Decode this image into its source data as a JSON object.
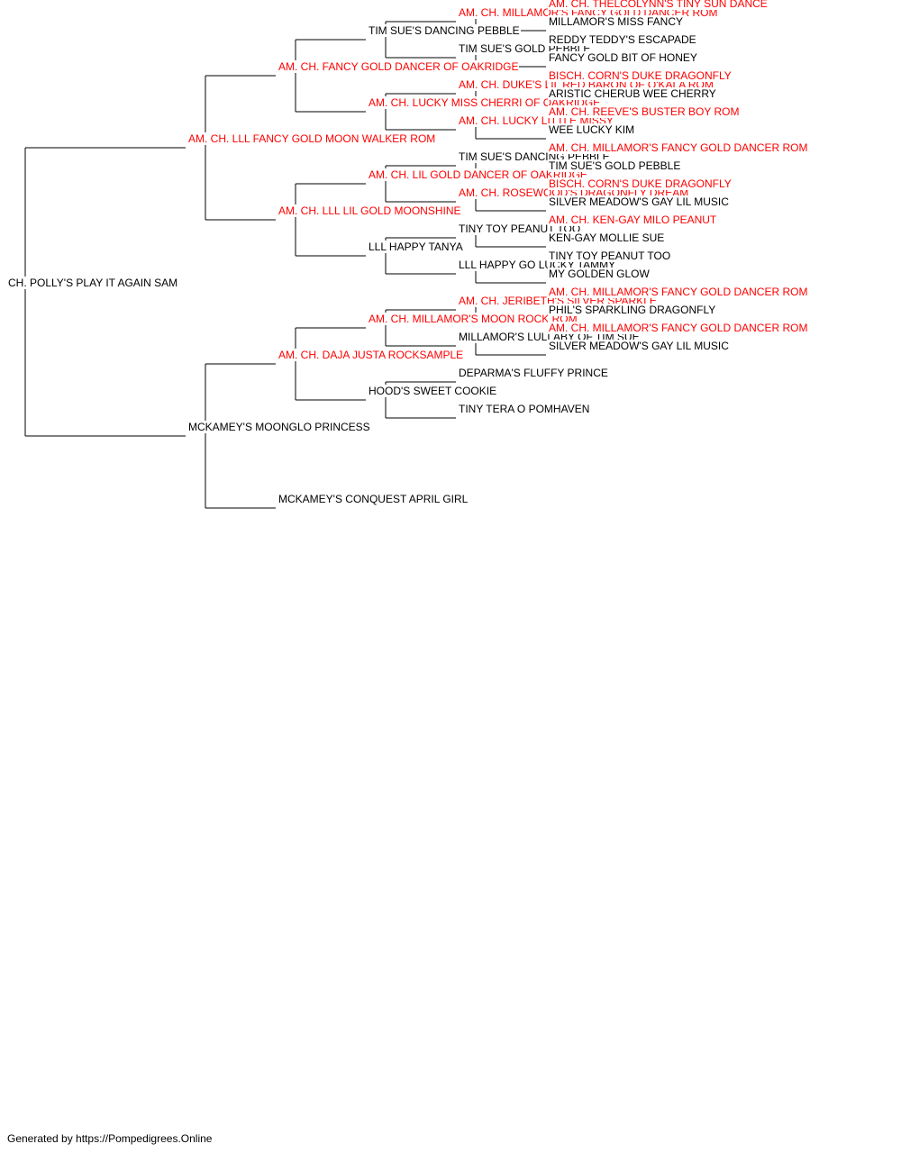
{
  "colors": {
    "champion": "#ff0000",
    "normal": "#000000",
    "line": "#000000"
  },
  "pedigree": {
    "name": "CH. POLLY'S PLAY IT AGAIN SAM",
    "champion": false,
    "sire": {
      "name": "AM. CH. LLL FANCY GOLD MOON WALKER ROM",
      "champion": true,
      "sire": {
        "name": "AM. CH. FANCY GOLD DANCER OF OAKRIDGE",
        "champion": true,
        "sire": {
          "name": "TIM SUE'S DANCING PEBBLE",
          "champion": false,
          "sire": {
            "name": "AM. CH. MILLAMOR'S FANCY GOLD DANCER ROM",
            "champion": true,
            "sire": {
              "name": "AM. CH. THELCOLYNN'S TINY SUN DANCE",
              "champion": true
            },
            "dam": {
              "name": "MILLAMOR'S MISS FANCY",
              "champion": false
            }
          },
          "dam": {
            "name": "TIM SUE'S GOLD PEBBLE",
            "champion": false,
            "sire": {
              "name": "REDDY TEDDY'S ESCAPADE",
              "champion": false
            },
            "dam": {
              "name": "FANCY GOLD BIT OF HONEY",
              "champion": false
            }
          }
        },
        "dam": {
          "name": "AM. CH. LUCKY MISS CHERRI OF OAKRIDGE",
          "champion": true,
          "sire": {
            "name": "AM. CH. DUKE'S LIL RED BARON OF O'KALA ROM",
            "champion": true,
            "sire": {
              "name": "BISCH. CORN'S DUKE DRAGONFLY",
              "champion": true
            },
            "dam": {
              "name": "ARISTIC CHERUB WEE CHERRY",
              "champion": false
            }
          },
          "dam": {
            "name": "AM. CH. LUCKY LITTLE MISSY",
            "champion": true,
            "sire": {
              "name": "AM. CH. REEVE'S BUSTER BOY ROM",
              "champion": true
            },
            "dam": {
              "name": "WEE LUCKY KIM",
              "champion": false
            }
          }
        }
      },
      "dam": {
        "name": "AM. CH. LLL LIL GOLD MOONSHINE",
        "champion": true,
        "sire": {
          "name": "AM. CH. LIL GOLD DANCER OF OAKRIDGE",
          "champion": true,
          "sire": {
            "name": "TIM SUE'S DANCING PEBBLE",
            "champion": false,
            "sire": {
              "name": "AM. CH. MILLAMOR'S FANCY GOLD DANCER ROM",
              "champion": true
            },
            "dam": {
              "name": "TIM SUE'S GOLD PEBBLE",
              "champion": false
            }
          },
          "dam": {
            "name": "AM. CH. ROSEWOOD'S DRAGONFLY DREAM",
            "champion": true,
            "sire": {
              "name": "BISCH. CORN'S DUKE DRAGONFLY",
              "champion": true
            },
            "dam": {
              "name": "SILVER MEADOW'S GAY LIL MUSIC",
              "champion": false
            }
          }
        },
        "dam": {
          "name": "LLL HAPPY TANYA",
          "champion": false,
          "sire": {
            "name": "TINY TOY PEANUT TOO",
            "champion": false,
            "sire": {
              "name": "AM. CH. KEN-GAY MILO PEANUT",
              "champion": true
            },
            "dam": {
              "name": "KEN-GAY MOLLIE SUE",
              "champion": false
            }
          },
          "dam": {
            "name": "LLL HAPPY GO LUCKY TAMMY",
            "champion": false,
            "sire": {
              "name": "TINY TOY PEANUT TOO",
              "champion": false
            },
            "dam": {
              "name": "MY GOLDEN GLOW",
              "champion": false
            }
          }
        }
      }
    },
    "dam": {
      "name": "MCKAMEY'S MOONGLO PRINCESS",
      "champion": false,
      "sire": {
        "name": "AM. CH. DAJA JUSTA ROCKSAMPLE",
        "champion": true,
        "sire": {
          "name": "AM. CH. MILLAMOR'S MOON ROCK ROM",
          "champion": true,
          "sire": {
            "name": "AM. CH. JERIBETH'S SILVER SPARKLE",
            "champion": true,
            "sire": {
              "name": "AM. CH. MILLAMOR'S FANCY GOLD DANCER ROM",
              "champion": true
            },
            "dam": {
              "name": "PHIL'S SPARKLING DRAGONFLY",
              "champion": false
            }
          },
          "dam": {
            "name": "MILLAMOR'S LULLABY OF TIM SUE",
            "champion": false,
            "sire": {
              "name": "AM. CH. MILLAMOR'S FANCY GOLD DANCER ROM",
              "champion": true
            },
            "dam": {
              "name": "SILVER MEADOW'S GAY LIL MUSIC",
              "champion": false
            }
          }
        },
        "dam": {
          "name": "HOOD'S SWEET COOKIE",
          "champion": false,
          "sire": {
            "name": "DEPARMA'S FLUFFY PRINCE",
            "champion": false
          },
          "dam": {
            "name": "TINY TERA O POMHAVEN",
            "champion": false
          }
        }
      },
      "dam": {
        "name": "MCKAMEY'S CONQUEST APRIL GIRL",
        "champion": false
      }
    }
  },
  "footer": "Generated by https://Pompedigrees.Online"
}
